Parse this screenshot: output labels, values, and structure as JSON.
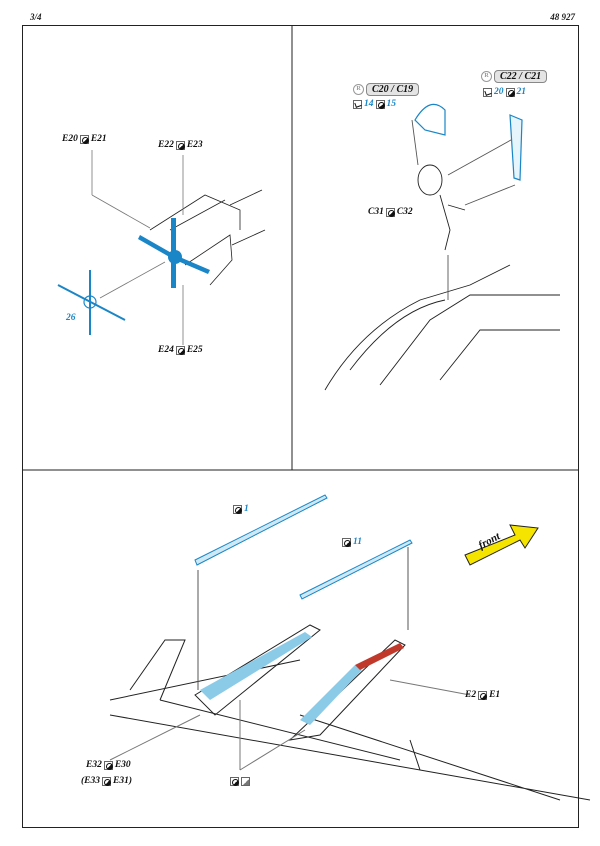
{
  "header": {
    "page": "3/4",
    "kit_number": "48 927"
  },
  "panel_top_left": {
    "labels": {
      "e20_e21": [
        "E20",
        "E21"
      ],
      "e22_e23": [
        "E22",
        "E23"
      ],
      "e24_e25": [
        "E24",
        "E25"
      ],
      "part26": "26"
    }
  },
  "panel_top_right": {
    "option_a": {
      "badge": "R",
      "parts": "C20 / C19",
      "bend": "14",
      "fold": "15"
    },
    "option_b": {
      "badge": "R",
      "parts": "C22 / C21",
      "bend": "20",
      "fold": "21"
    },
    "c31_c32": [
      "C31",
      "C32"
    ]
  },
  "panel_bottom": {
    "part1": "1",
    "part11": "11",
    "front_arrow": "front",
    "e2_e1": [
      "E2",
      "E1"
    ],
    "e32_e30": [
      "E32",
      "E30"
    ],
    "e33_e31": [
      "(E33",
      "E31)"
    ]
  },
  "colors": {
    "pe_blue": "#1a86c7",
    "fill_blue": "#8ccbe8",
    "arrow_yellow": "#f5e400",
    "red": "#c0392b"
  }
}
